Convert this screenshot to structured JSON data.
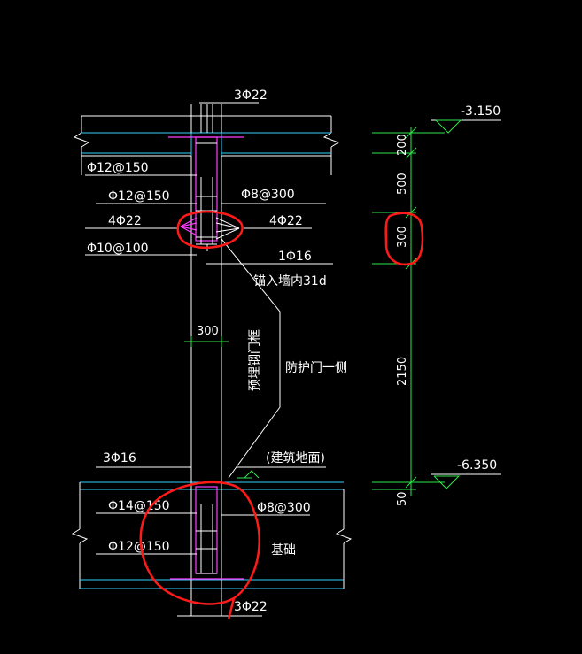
{
  "labels": {
    "top_bars": "3Φ22",
    "stir1": "Φ12@150",
    "stir2": "Φ12@150",
    "stir3": "Φ8@300",
    "bars_left": "4Φ22",
    "bars_right": "4Φ22",
    "stir4": "Φ10@100",
    "bar_1": "1Φ16",
    "anchor": "锚入墙内31d",
    "wall_width": "300",
    "embed": "预埋钢门框",
    "door_side": "防护门一侧",
    "bars_3_16": "3Φ16",
    "floor_label": "(建筑地面)",
    "found_stir1": "Φ14@150",
    "found_stir2": "Φ8@300",
    "found_stir3": "Φ12@150",
    "foundation": "基础",
    "bottom_bars": "3Φ22"
  },
  "elevations": {
    "top": "-3.150",
    "bottom": "-6.350"
  },
  "dimensions": {
    "d200": "200",
    "d500": "500",
    "d300": "300",
    "d2150": "2150",
    "d50": "50"
  },
  "colors": {
    "background": "#000000",
    "text": "#ffffff",
    "cyan": "#33d0ff",
    "green": "#2ee64a",
    "magenta": "#ff3cff",
    "markup_red": "#ff1a1a"
  }
}
